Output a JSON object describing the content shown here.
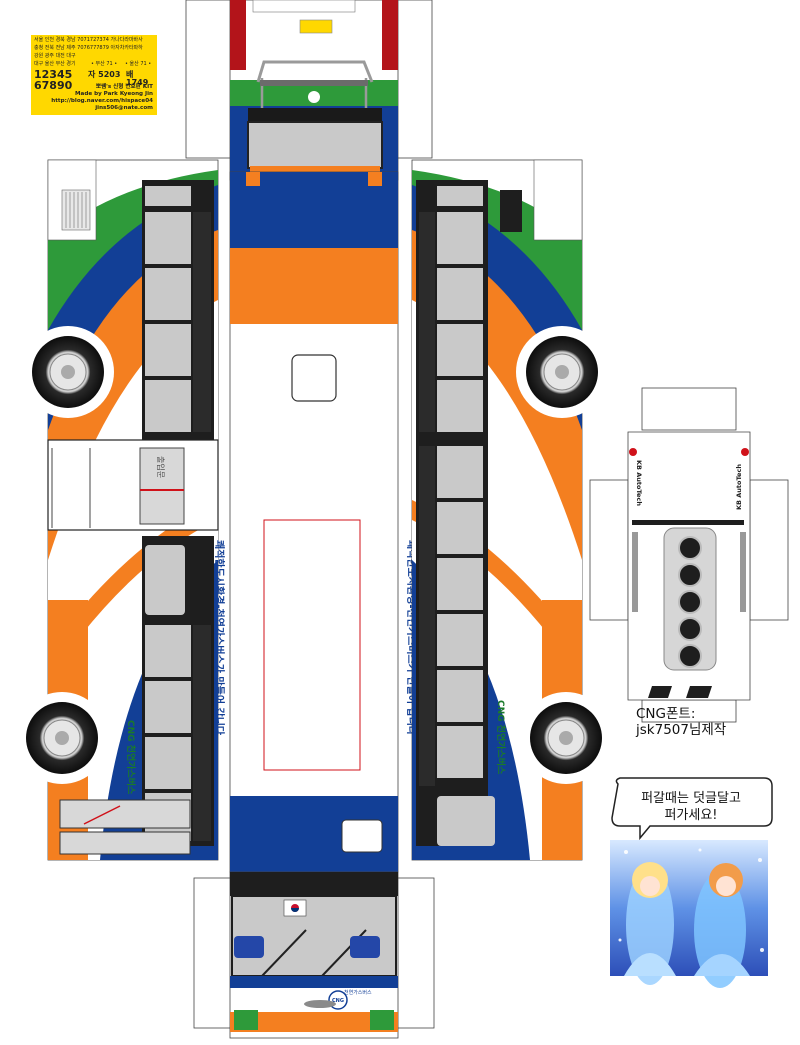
{
  "plate_card": {
    "row1": "서울 인천 경북 경남 7071727374 가나다라마바사",
    "row2": "충청 전북 전남 제주 7076777879 아자차카타파하",
    "row3": "강원 광주 대전 대구",
    "row4": "대구 울산 부산 경기",
    "region_top": "• 부산 71 •",
    "region_top2": "• 울산 71 •",
    "digits_a": "12345",
    "digits_b": "67890",
    "plate_a": "자 5203",
    "plate_b": "배 1749",
    "kit_title": "뽀썜's 신형 번호판 KIT",
    "author": "Made by Park Kyeong Jin",
    "blog": "http://blog.naver.com/hispace04",
    "email": "jins506@nate.com"
  },
  "bus": {
    "side_slogan_left": "쾌적한도시환경-천연가스버스가 만들어 갑니다",
    "side_slogan_right": "쾌적한도시환경-천연가스버스가 만들어 갑니다",
    "fuel_label_left": "CNG 천연가스버스",
    "fuel_label_right": "CNG 천연가스버스",
    "door_sticker": "출입문",
    "front_label": "천연가스버스",
    "cng_badge": "CNG"
  },
  "roof_part": {
    "brand_left": "KB AutoTech",
    "brand_right": "KB AutoTech"
  },
  "notes": {
    "cng_font_line1": "CNG폰트:",
    "cng_font_line2": "jsk7507님제작",
    "bubble_line1": "퍼갈때는 덧글달고",
    "bubble_line2": "퍼가세요!"
  },
  "colors": {
    "green": "#2e9a3a",
    "blue": "#123f96",
    "orange": "#f47f20",
    "plate_yellow": "#ffd800",
    "glass": "#c9c9c9",
    "frame": "#1e1e1e"
  }
}
